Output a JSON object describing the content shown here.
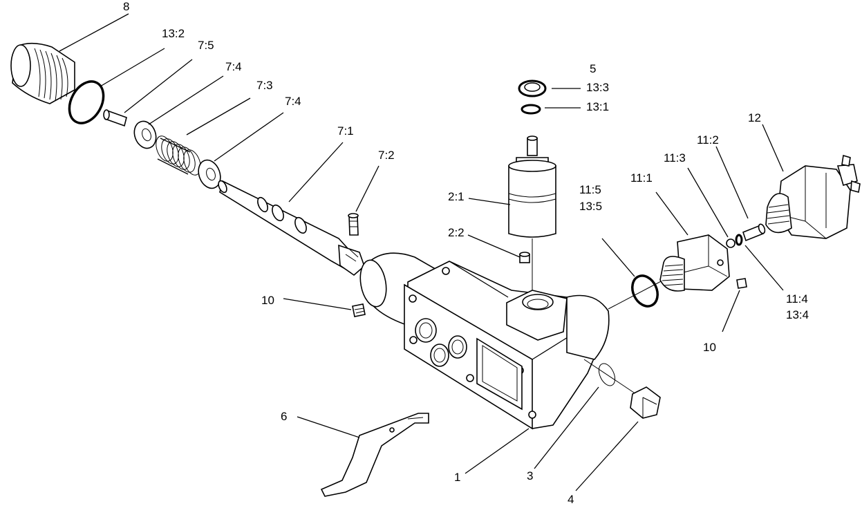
{
  "diagram": {
    "labels": {
      "p8": "8",
      "p13_2": "13:2",
      "p7_5": "7:5",
      "p7_4a": "7:4",
      "p7_3": "7:3",
      "p7_4b": "7:4",
      "p7_1": "7:1",
      "p7_2": "7:2",
      "p5": "5",
      "p13_3": "13:3",
      "p13_1": "13:1",
      "p2_1": "2:1",
      "p2_2": "2:2",
      "p11_5": "11:5",
      "p13_5": "13:5",
      "p11_1": "11:1",
      "p11_3": "11:3",
      "p11_2": "11:2",
      "p12": "12",
      "p11_4": "11:4",
      "p13_4": "13:4",
      "p10a": "10",
      "p10b": "10",
      "p6": "6",
      "p1": "1",
      "p3": "3",
      "p4": "4"
    }
  }
}
